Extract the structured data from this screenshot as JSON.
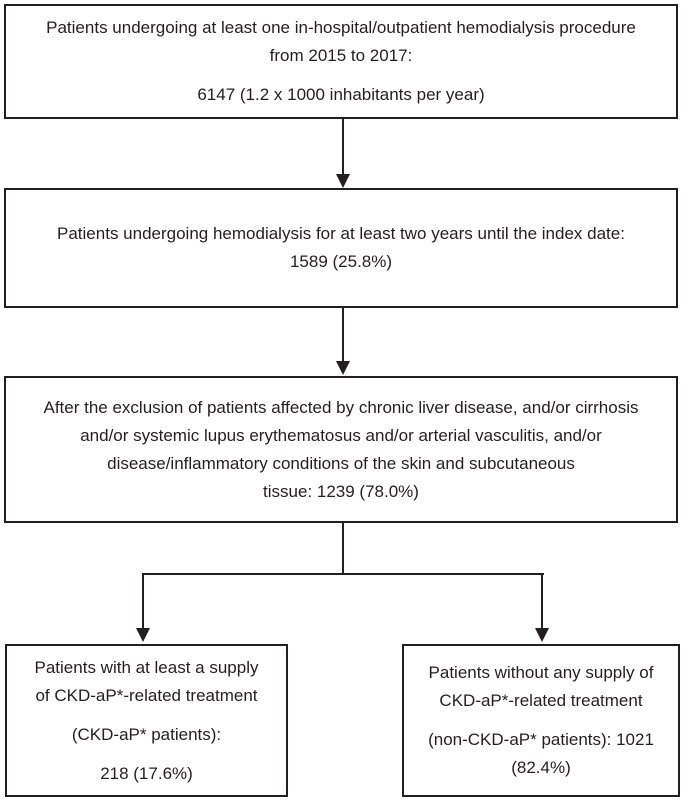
{
  "colors": {
    "ink": "#231f20",
    "background": "#ffffff"
  },
  "flowchart": {
    "source_population": {
      "lines": [
        "Patients undergoing at least one in-hospital/outpatient hemodialysis procedure",
        "from 2015 to 2017:",
        "6147 (1.2 x 1000 inhabitants per year)"
      ]
    },
    "hemodialysis_two_years": {
      "lines": [
        "Patients undergoing hemodialysis for at least two years until the index date:",
        "1589 (25.8%)"
      ]
    },
    "after_exclusion": {
      "lines": [
        "After the exclusion of patients affected by chronic liver disease, and/or cirrhosis",
        "and/or systemic lupus erythematosus and/or arterial vasculitis, and/or",
        "disease/inflammatory conditions of the skin and subcutaneous",
        "tissue: 1239 (78.0%)"
      ]
    },
    "ckd_ap_patients": {
      "lines": [
        "Patients with at least a supply",
        "of CKD-aP*-related treatment",
        "(CKD-aP* patients):",
        "218 (17.6%)"
      ]
    },
    "non_ckd_ap_patients": {
      "lines": [
        "Patients without any supply of",
        "CKD-aP*-related treatment",
        "(non-CKD-aP* patients): 1021",
        "(82.4%)"
      ]
    }
  }
}
